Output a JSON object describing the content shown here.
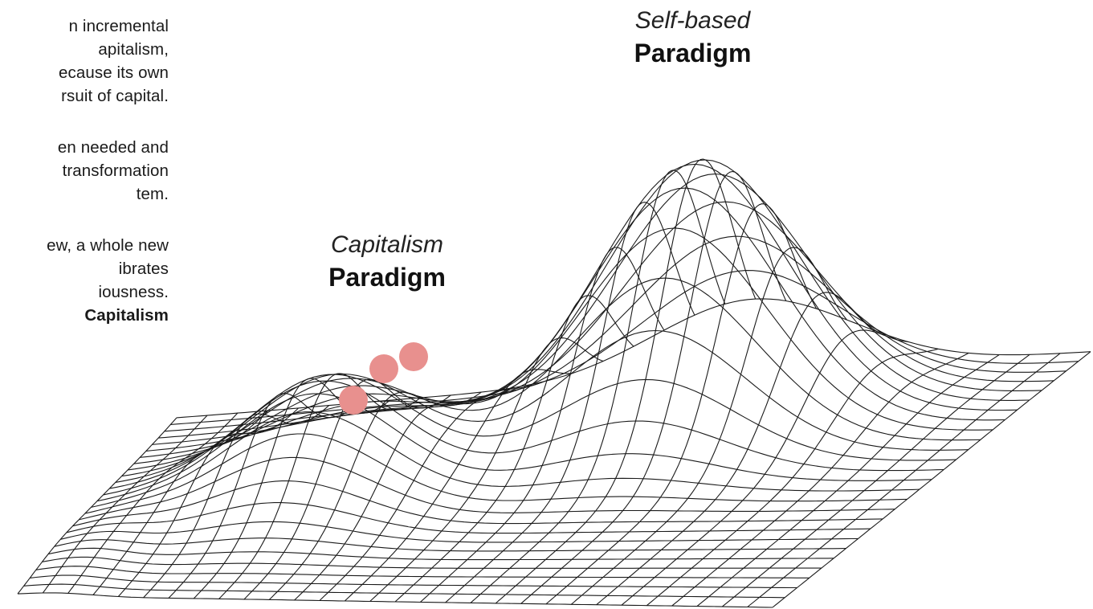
{
  "left_text": {
    "paragraphs": [
      [
        "n incremental",
        "apitalism,",
        "ecause its own",
        "rsuit of capital."
      ],
      [
        "en needed and",
        "transformation",
        "tem."
      ],
      [
        "ew, a whole new",
        "ibrates",
        "iousness."
      ]
    ],
    "closing": "Capitalism"
  },
  "peaks": {
    "self_based": {
      "subtitle": "Self-based",
      "title": "Paradigm"
    },
    "capitalism": {
      "subtitle": "Capitalism",
      "title": "Paradigm"
    }
  },
  "colors": {
    "mesh": "#1a1a1a",
    "marker": "#e8908e"
  },
  "markers": {
    "count": 3
  }
}
